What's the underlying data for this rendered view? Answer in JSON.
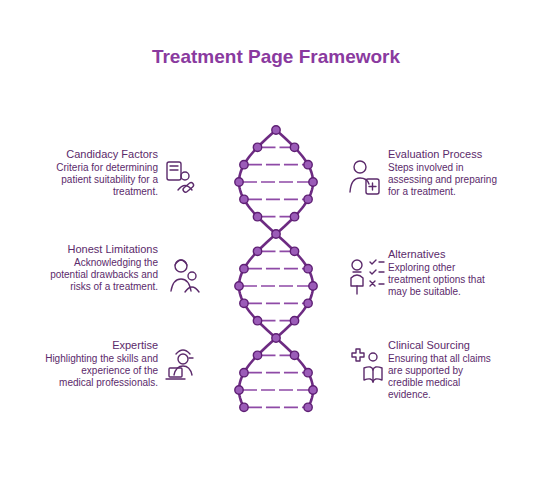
{
  "diagram": {
    "title": "Treatment Page Framework",
    "labels": [
      "Candidacy Factors",
      "Criteria for determining patient suitability for a treatment.",
      "Evaluation Process",
      "Steps involved in assessing and preparing for a treatment.",
      "Honest Limitations",
      "Acknowledging the potential drawbacks and risks of a treatment.",
      "Alternatives",
      "Exploring other treatment options that may be suitable.",
      "Expertise",
      "Highlighting the skills and experience of the medical professionals.",
      "Clinical Sourcing",
      "Ensuring that all claims are supported by credible medical evidence."
    ]
  }
}
